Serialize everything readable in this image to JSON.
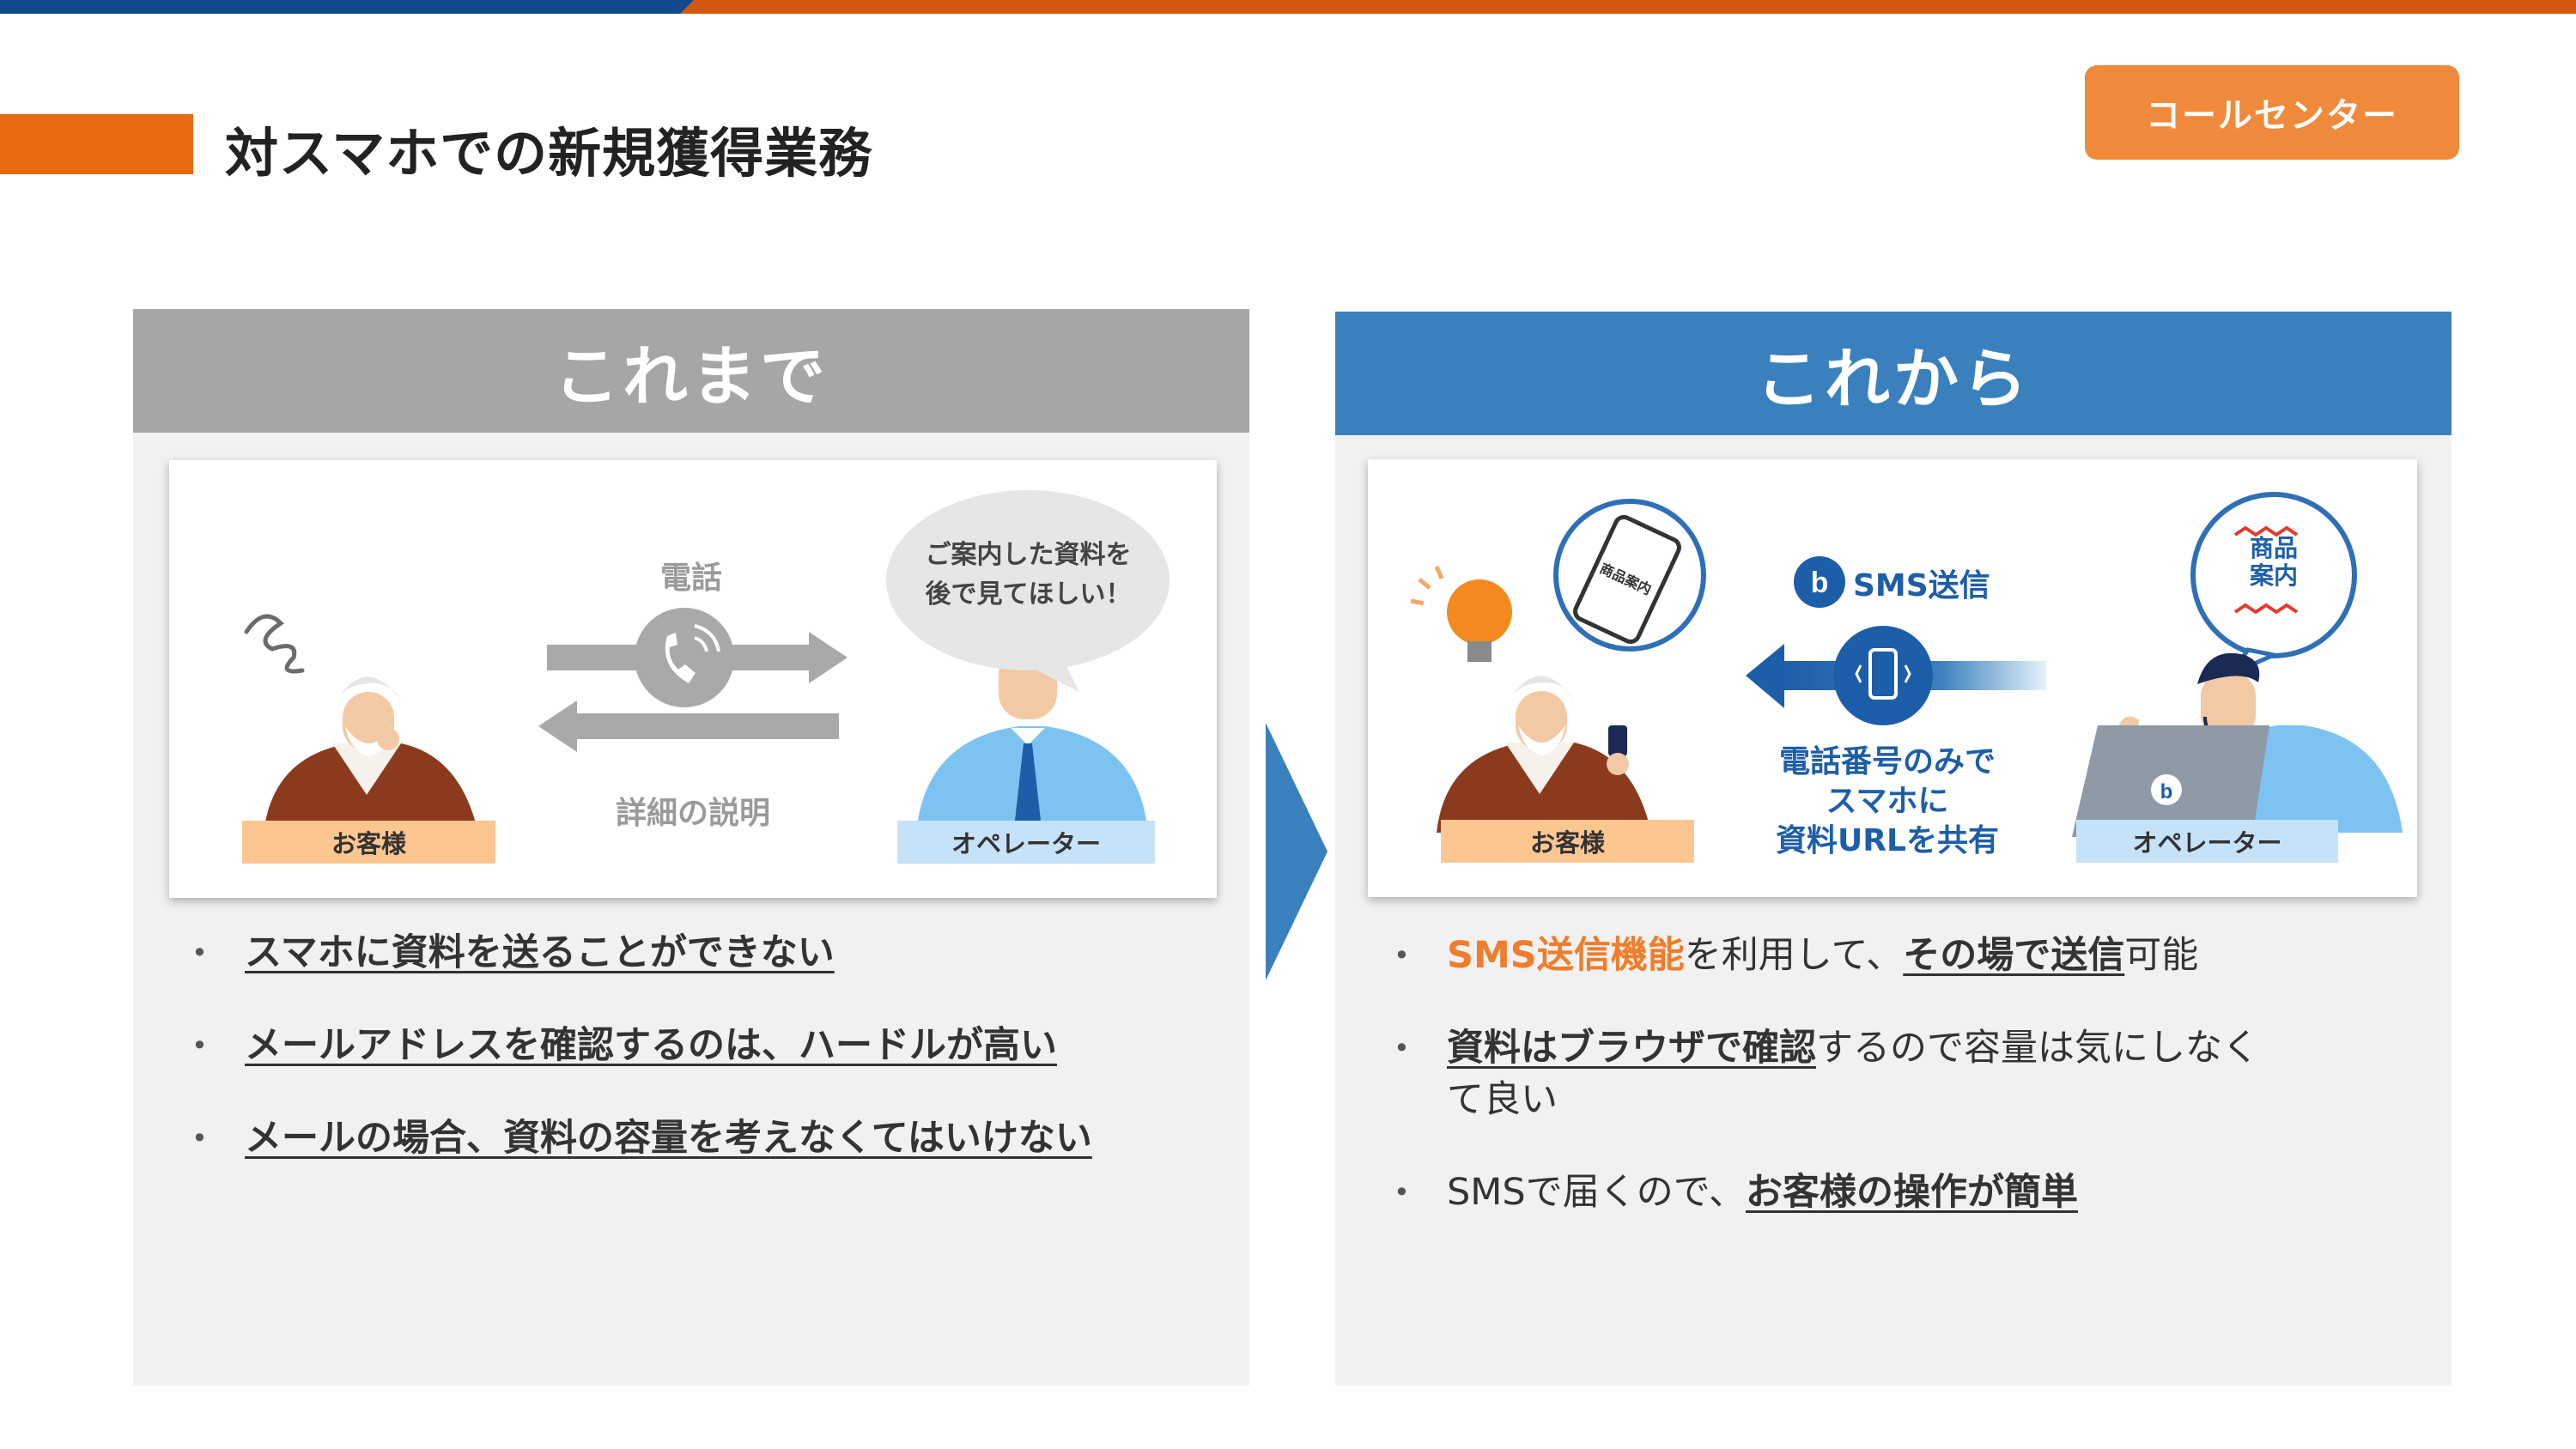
{
  "page": {
    "title": "対スマホでの新規獲得業務",
    "badge": "コールセンター"
  },
  "colors": {
    "brand_blue": "#114a8c",
    "brand_orange": "#d4570f",
    "accent_orange": "#ef7d2b",
    "panel_gray": "#a6a6a6",
    "panel_blue": "#3a80bd"
  },
  "before": {
    "heading": "これまで",
    "illustration": {
      "phone_label": "電話",
      "explain_label": "詳細の説明",
      "bubble_line1": "ご案内した資料を",
      "bubble_line2": "後で見てほしい！",
      "customer_label": "お客様",
      "operator_label": "オペレーター"
    },
    "bullets": [
      "スマホに資料を送ることができない",
      "メールアドレスを確認するのは、ハードルが高い",
      "メールの場合、資料の容量を考えなくてはいけない"
    ]
  },
  "after": {
    "heading": "これから",
    "illustration": {
      "sms_label": "SMS送信",
      "share_line1": "電話番号のみで",
      "share_line2": "スマホに",
      "share_line3": "資料URLを共有",
      "bubble_line1": "商品",
      "bubble_line2": "案内",
      "phone_screen_text": "商品案内",
      "customer_label": "お客様",
      "operator_label": "オペレーター"
    },
    "bullets": [
      {
        "a": "SMS送信機能",
        "b": "を利用して、",
        "c": "その場で送信",
        "d": "可能"
      },
      {
        "a": "資料はブラウザで確認",
        "b": "するので容量は気にしなく",
        "c": "て良い"
      },
      {
        "a": "SMSで届くので、",
        "b": "お客様の操作が簡単"
      }
    ]
  }
}
